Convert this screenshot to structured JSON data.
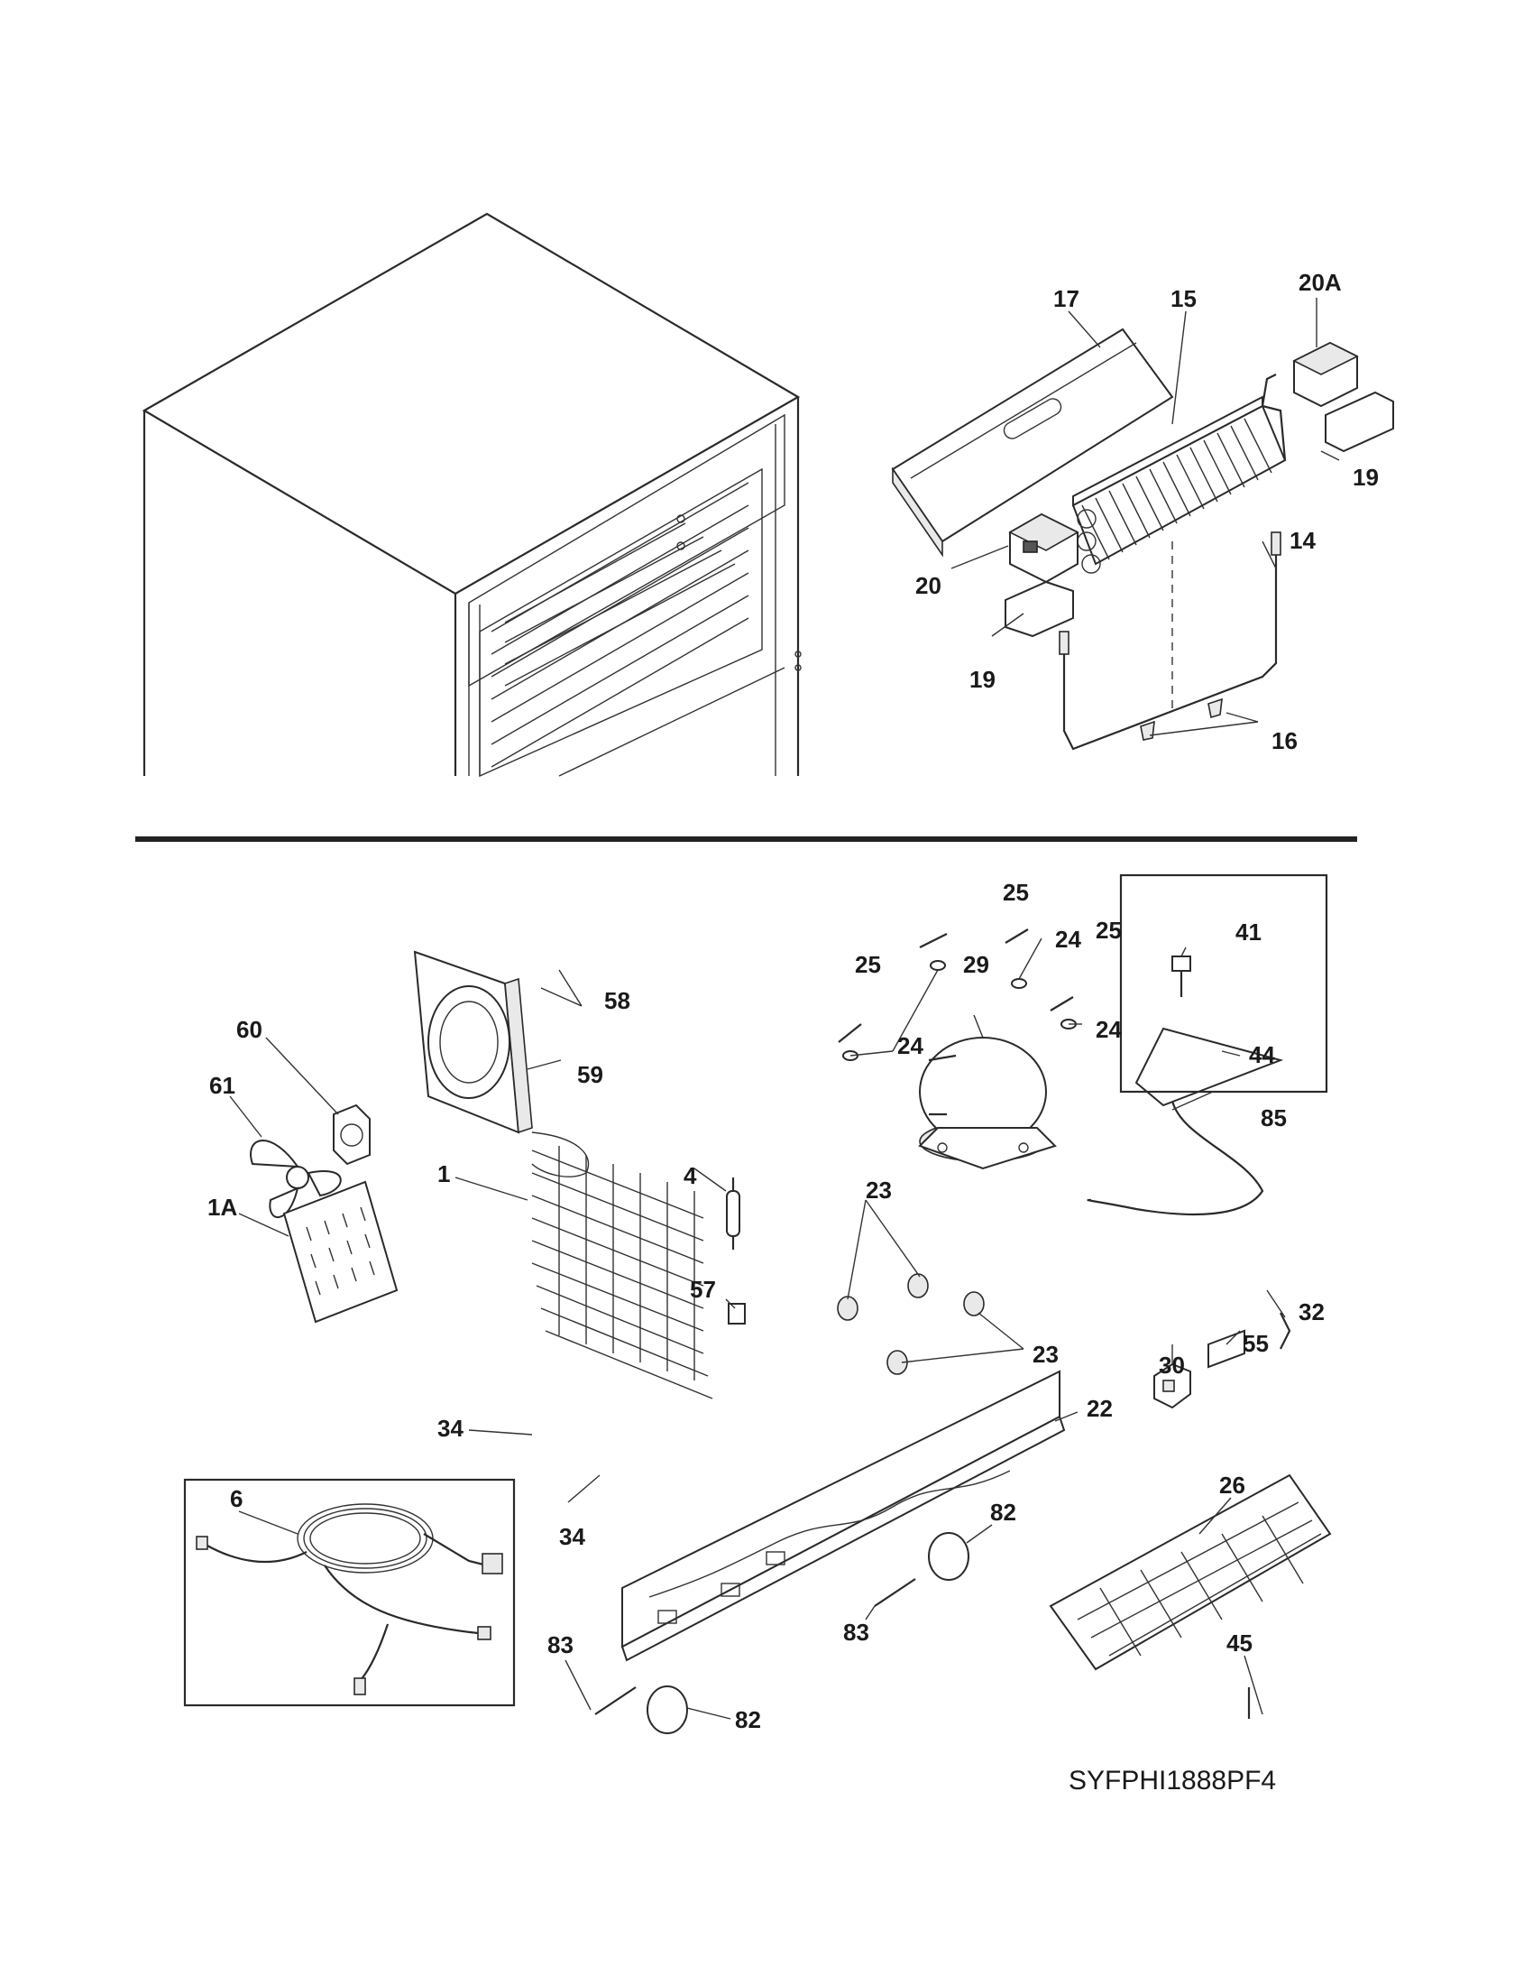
{
  "diagram_code": "SYFPHI1888PF4",
  "callouts": [
    {
      "id": "c20A",
      "text": "20A"
    },
    {
      "id": "c17",
      "text": "17"
    },
    {
      "id": "c15",
      "text": "15"
    },
    {
      "id": "c19a",
      "text": "19"
    },
    {
      "id": "c14",
      "text": "14"
    },
    {
      "id": "c20",
      "text": "20"
    },
    {
      "id": "c19b",
      "text": "19"
    },
    {
      "id": "c16",
      "text": "16"
    },
    {
      "id": "c25a",
      "text": "25"
    },
    {
      "id": "c25b",
      "text": "25"
    },
    {
      "id": "c25c",
      "text": "25"
    },
    {
      "id": "c24a",
      "text": "24"
    },
    {
      "id": "c24b",
      "text": "24"
    },
    {
      "id": "c24c",
      "text": "24"
    },
    {
      "id": "c29",
      "text": "29"
    },
    {
      "id": "c41",
      "text": "41"
    },
    {
      "id": "c44",
      "text": "44"
    },
    {
      "id": "c58",
      "text": "58"
    },
    {
      "id": "c59",
      "text": "59"
    },
    {
      "id": "c60",
      "text": "60"
    },
    {
      "id": "c61",
      "text": "61"
    },
    {
      "id": "c4",
      "text": "4"
    },
    {
      "id": "c23a",
      "text": "23"
    },
    {
      "id": "c23b",
      "text": "23"
    },
    {
      "id": "c85",
      "text": "85"
    },
    {
      "id": "c1A",
      "text": "1A"
    },
    {
      "id": "c57",
      "text": "57"
    },
    {
      "id": "c1",
      "text": "1"
    },
    {
      "id": "c32",
      "text": "32"
    },
    {
      "id": "c55",
      "text": "55"
    },
    {
      "id": "c30",
      "text": "30"
    },
    {
      "id": "c34a",
      "text": "34"
    },
    {
      "id": "c34b",
      "text": "34"
    },
    {
      "id": "c22",
      "text": "22"
    },
    {
      "id": "c26",
      "text": "26"
    },
    {
      "id": "c6",
      "text": "6"
    },
    {
      "id": "c82a",
      "text": "82"
    },
    {
      "id": "c82b",
      "text": "82"
    },
    {
      "id": "c83a",
      "text": "83"
    },
    {
      "id": "c83b",
      "text": "83"
    },
    {
      "id": "c45",
      "text": "45"
    }
  ]
}
